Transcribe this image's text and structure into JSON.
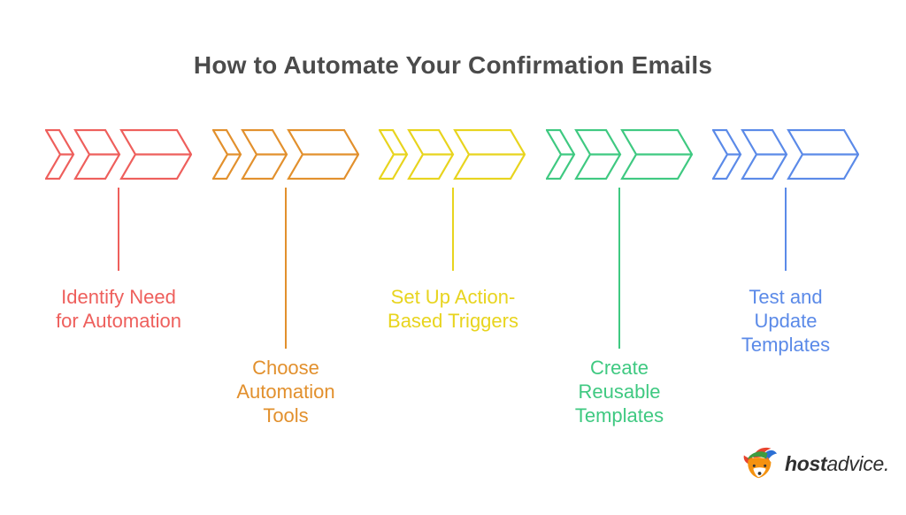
{
  "title": {
    "text": "How to Automate Your Confirmation Emails",
    "color": "#4b4b4b"
  },
  "steps": [
    {
      "label": "Identify Need\nfor Automation",
      "color": "#ee5f5c",
      "row": "upper",
      "icon": "chevron-arrows"
    },
    {
      "label": "Choose\nAutomation\nTools",
      "color": "#e2902d",
      "row": "lower",
      "icon": "chevron-arrows"
    },
    {
      "label": "Set Up Action-\nBased Triggers",
      "color": "#e8d41e",
      "row": "upper",
      "icon": "chevron-arrows"
    },
    {
      "label": "Create\nReusable\nTemplates",
      "color": "#3fc981",
      "row": "lower",
      "icon": "chevron-arrows"
    },
    {
      "label": "Test and\nUpdate\nTemplates",
      "color": "#5b8ae8",
      "row": "upper",
      "icon": "chevron-arrows"
    }
  ],
  "logo": {
    "brand_bold": "host",
    "brand_light": "advice.",
    "icon": "fox-mascot-icon",
    "text_color": "#2f2f2f"
  }
}
